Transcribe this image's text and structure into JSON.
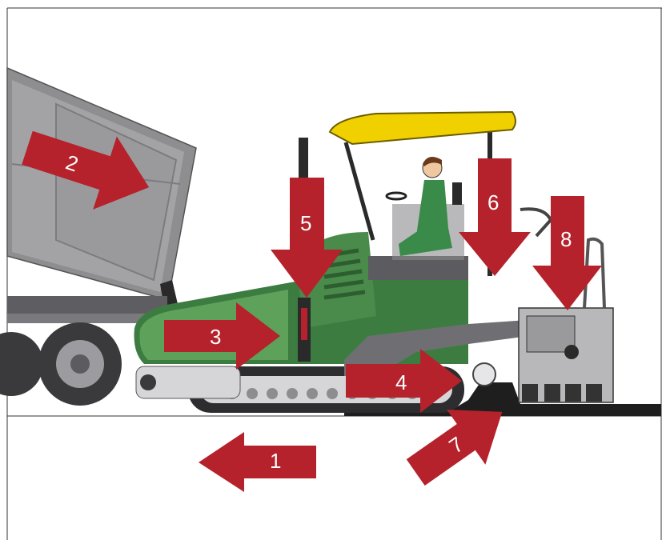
{
  "colors": {
    "arrow": "#b5222b",
    "paver_body": "#3b7a3e",
    "paver_body_light": "#5ea05c",
    "canopy": "#f1d000",
    "truck_bed": "#8c8c8f",
    "chassis": "#6f6f73",
    "asphalt": "#1e1e1e",
    "tire": "#3a3a3c"
  },
  "steps": [
    {
      "label": "1"
    },
    {
      "label": "2"
    },
    {
      "label": "3"
    },
    {
      "label": "4"
    },
    {
      "label": "5"
    },
    {
      "label": "6"
    },
    {
      "label": "7"
    },
    {
      "label": "8"
    }
  ]
}
